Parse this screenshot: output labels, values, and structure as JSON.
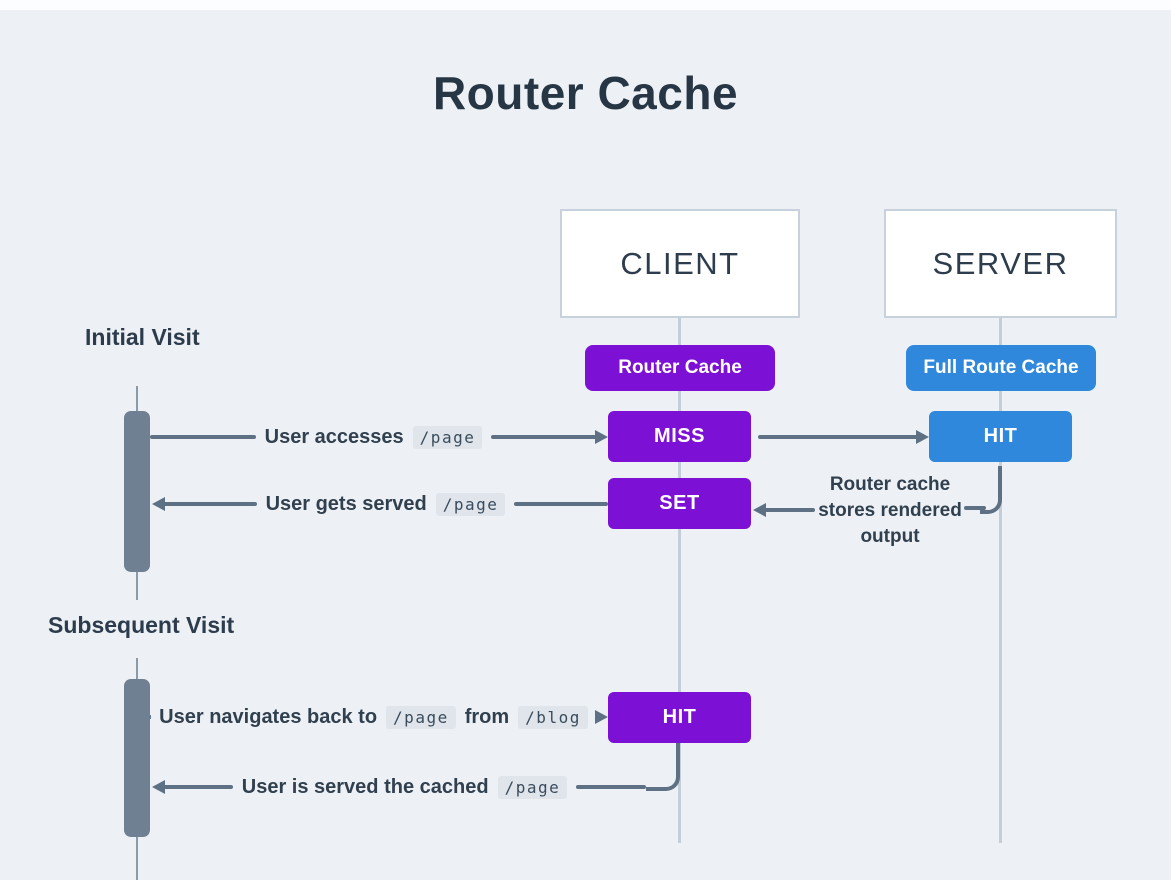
{
  "title": "Router Cache",
  "colors": {
    "purple": "#7c10d4",
    "blue": "#2f88db",
    "arrow_gray": "#5e7184",
    "background": "#edf1f5",
    "dark_text": "#2d3c4c"
  },
  "actors": {
    "client": "CLIENT",
    "server": "SERVER"
  },
  "cache_badges": {
    "client": "Router Cache",
    "server": "Full Route Cache"
  },
  "sections": {
    "initial": "Initial Visit",
    "subsequent": "Subsequent Visit"
  },
  "nodes": {
    "initial_client_miss": "MISS",
    "initial_server_hit": "HIT",
    "initial_client_set": "SET",
    "subsequent_client_hit": "HIT"
  },
  "messages": {
    "access": {
      "text": "User accesses",
      "chip": "/page"
    },
    "served": {
      "text": "User gets served",
      "chip": "/page"
    },
    "note": {
      "line1": "Router cache",
      "line2": "stores rendered",
      "line3": "output"
    },
    "navigate": {
      "text": "User navigates back to",
      "chip": "/page",
      "text2": "from",
      "chip2": "/blog"
    },
    "cached": {
      "text": "User is served the cached",
      "chip": "/page"
    }
  }
}
